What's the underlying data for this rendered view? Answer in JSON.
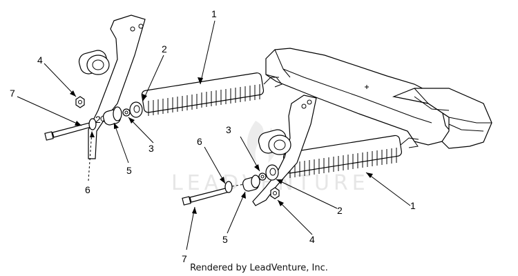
{
  "watermark": {
    "text": "LEADVENTURE"
  },
  "footer": {
    "text": "Rendered by LeadVenture, Inc."
  },
  "callouts": {
    "left_assembly": {
      "spring": "1",
      "spacer": "2",
      "nut_small": "3",
      "nut": "4",
      "bushing": "5",
      "washer": "6",
      "bolt": "7"
    },
    "right_assembly": {
      "spring": "1",
      "spacer": "2",
      "nut_small": "3",
      "nut": "4",
      "bushing": "5",
      "washer": "6",
      "bolt": "7"
    },
    "plate_marks": {
      "left_plate_mark": "2",
      "deck_mark": "3"
    }
  }
}
